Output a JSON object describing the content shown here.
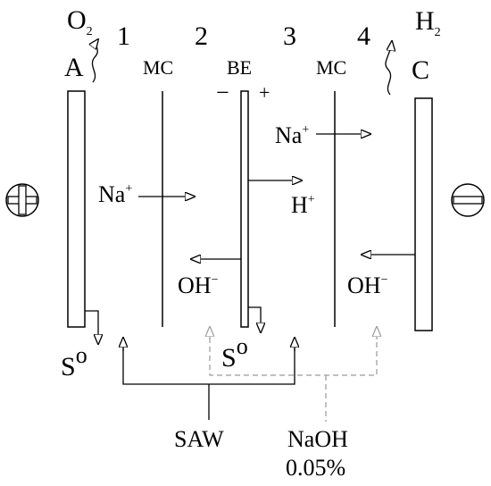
{
  "compartments": {
    "c1": "1",
    "c2": "2",
    "c3": "3",
    "c4": "4"
  },
  "membranes": {
    "left": "MC",
    "bipolar": "BE",
    "right": "MC"
  },
  "electrodes": {
    "anode_letter": "A",
    "cathode_letter": "C",
    "anode_gas": "O",
    "anode_gas_sub": "2",
    "cathode_gas": "H",
    "cathode_gas_sub": "2"
  },
  "bipolar_signs": {
    "minus": "−",
    "plus": "+"
  },
  "ions": {
    "na1": "Na",
    "na1_sup": "+",
    "na2": "Na",
    "na2_sup": "+",
    "h": "H",
    "h_sup": "+",
    "oh1": "OH",
    "oh1_sup": "−",
    "oh2": "OH",
    "oh2_sup": "−"
  },
  "products": {
    "s1": "S",
    "s1_sup": "o",
    "s2": "S",
    "s2_sup": "o"
  },
  "feeds": {
    "saw": "SAW",
    "naoh": "NaOH",
    "naoh_conc": "0.05%",
    "saw_color": "#000000",
    "naoh_color": "#9a9a9a"
  },
  "polarity_icons": [
    "plus-circle-icon",
    "minus-circle-icon"
  ]
}
